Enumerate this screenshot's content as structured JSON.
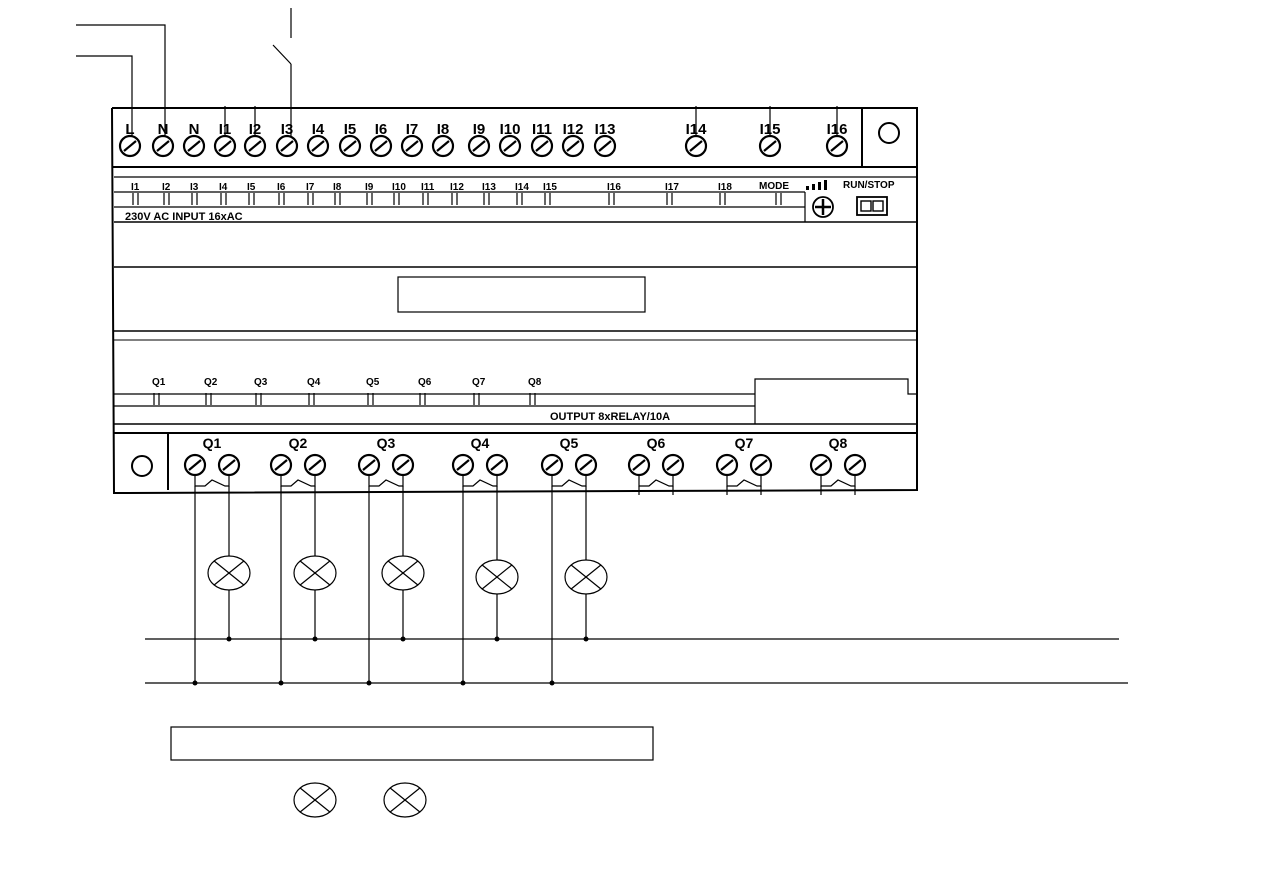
{
  "top_terminals": {
    "power_labels": [
      "L",
      "N",
      "N"
    ],
    "input_labels": [
      "I1",
      "I2",
      "I3",
      "I4",
      "I5",
      "I6",
      "I7",
      "I8",
      "I9",
      "I10",
      "I11",
      "I12",
      "I13",
      "I14",
      "I15",
      "I16"
    ]
  },
  "indicator_row": {
    "input_labels": [
      "I1",
      "I2",
      "I3",
      "I4",
      "I5",
      "I6",
      "I7",
      "I8",
      "I9",
      "I10",
      "I11",
      "I12",
      "I13",
      "I14",
      "I15",
      "I16",
      "I17",
      "I18"
    ],
    "mode_label": "MODE",
    "run_stop_label": "RUN/STOP",
    "input_spec": "230V AC INPUT 16xAC"
  },
  "output_indicator_row": {
    "labels": [
      "Q1",
      "Q2",
      "Q3",
      "Q4",
      "Q5",
      "Q6",
      "Q7",
      "Q8"
    ],
    "output_spec": "OUTPUT 8xRELAY/10A"
  },
  "bottom_terminals": {
    "labels": [
      "Q1",
      "Q2",
      "Q3",
      "Q4",
      "Q5",
      "Q6",
      "Q7",
      "Q8"
    ]
  },
  "lamps": {
    "wired_count": 5,
    "legend_count": 2
  },
  "colors": {
    "line": "#000000",
    "background": "#ffffff"
  }
}
